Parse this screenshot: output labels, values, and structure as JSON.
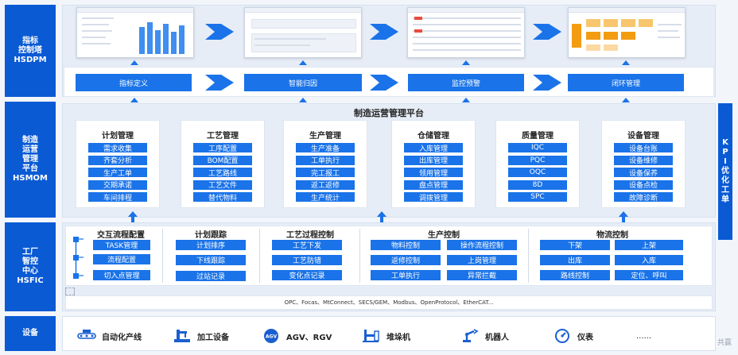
{
  "lanes": {
    "hsdpm": "指标\n控制塔\nHSDPM",
    "hsmom": "制造\n运营\n管理\n平台\nHSMOM",
    "hsfic": "工厂\n智控\n中心\nHSFIC",
    "devices": "设备"
  },
  "stages": [
    "指标定义",
    "智能归因",
    "监控预警",
    "闭环管理"
  ],
  "platform_title": "制造运营管理平台",
  "modules": [
    {
      "title": "计划管理",
      "items": [
        "需求收集",
        "齐套分析",
        "生产工单",
        "交期承诺",
        "车间排程"
      ]
    },
    {
      "title": "工艺管理",
      "items": [
        "工序配置",
        "BOM配置",
        "工艺路线",
        "工艺文件",
        "替代物料"
      ]
    },
    {
      "title": "生产管理",
      "items": [
        "生产准备",
        "工单执行",
        "完工报工",
        "返工返修",
        "生产统计"
      ]
    },
    {
      "title": "仓储管理",
      "items": [
        "入库管理",
        "出库管理",
        "领用管理",
        "盘点管理",
        "调拨管理"
      ]
    },
    {
      "title": "质量管理",
      "items": [
        "IQC",
        "PQC",
        "OQC",
        "8D",
        "SPC"
      ]
    },
    {
      "title": "设备管理",
      "items": [
        "设备台账",
        "设备维修",
        "设备保养",
        "设备点检",
        "故障诊断"
      ]
    }
  ],
  "fic": {
    "flow_config": {
      "title": "交互流程配置",
      "items": [
        "TASK管理",
        "流程配置",
        "切入点管理"
      ]
    },
    "plan_track": {
      "title": "计划跟踪",
      "items": [
        "计划排序",
        "下线跟踪",
        "过站记录"
      ]
    },
    "process_ctrl": {
      "title": "工艺过程控制",
      "items": [
        "工艺下发",
        "工艺防错",
        "变化点记录"
      ]
    },
    "prod_ctrl": {
      "title": "生产控制",
      "items": [
        "物料控制",
        "操作流程控制",
        "返修控制",
        "上岗管理",
        "工单执行",
        "异常拦截"
      ]
    },
    "logistics": {
      "title": "物流控制",
      "items": [
        "下架",
        "上架",
        "出库",
        "入库",
        "路线控制",
        "定位、呼叫"
      ]
    }
  },
  "protocols": "OPC、Focas、MtConnect、SECS/GEM、Modbus、OpenProtocol、EtherCAT...",
  "devices": [
    {
      "icon": "conveyor-icon",
      "label": "自动化产线"
    },
    {
      "icon": "machine-tool-icon",
      "label": "加工设备"
    },
    {
      "icon": "agv-icon",
      "label": "AGV、RGV"
    },
    {
      "icon": "stacker-icon",
      "label": "堆垛机"
    },
    {
      "icon": "robot-arm-icon",
      "label": "机器人"
    },
    {
      "icon": "gauge-icon",
      "label": "仪表"
    },
    {
      "icon": "",
      "label": "......"
    }
  ],
  "kpi": "K\nP\nI\n优\n化\n工\n单",
  "watermark": "共赢",
  "colors": {
    "primary": "#1a73e8",
    "lane": "#0a5ad4"
  }
}
